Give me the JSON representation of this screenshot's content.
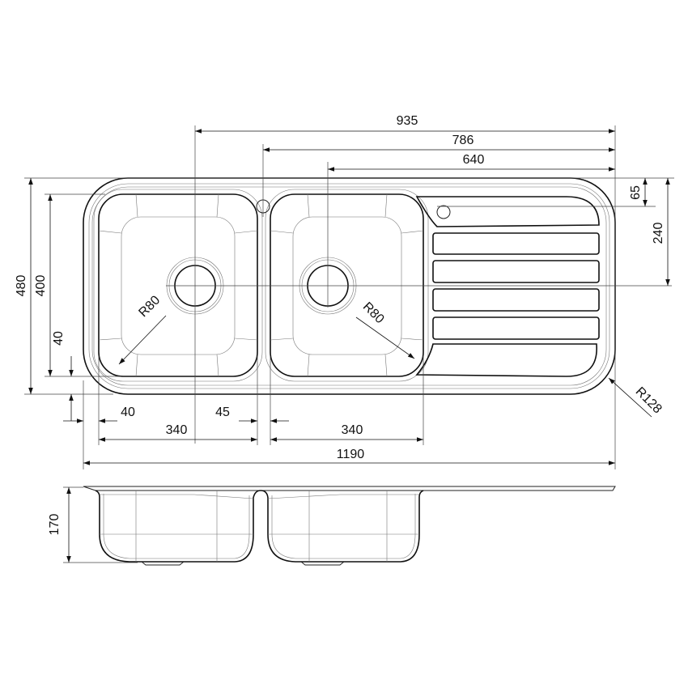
{
  "drawing": {
    "dimensions": {
      "overall_width": "1190",
      "bowl_center_left_to_edge": "935",
      "tap_hole_to_edge": "786",
      "bowl_center_right_to_edge": "640",
      "tap_hole_offset": "65",
      "drain_offset": "240",
      "overall_depth": "480",
      "bowl_length": "400",
      "bowl_margin_bottom": "40",
      "bowl_margin_left": "40",
      "bowl_gap": "45",
      "bowl_width_left": "340",
      "bowl_width_right": "340",
      "bowl_radius_left": "R80",
      "bowl_radius_right": "R80",
      "corner_radius": "R128",
      "bowl_depth": "170"
    }
  }
}
